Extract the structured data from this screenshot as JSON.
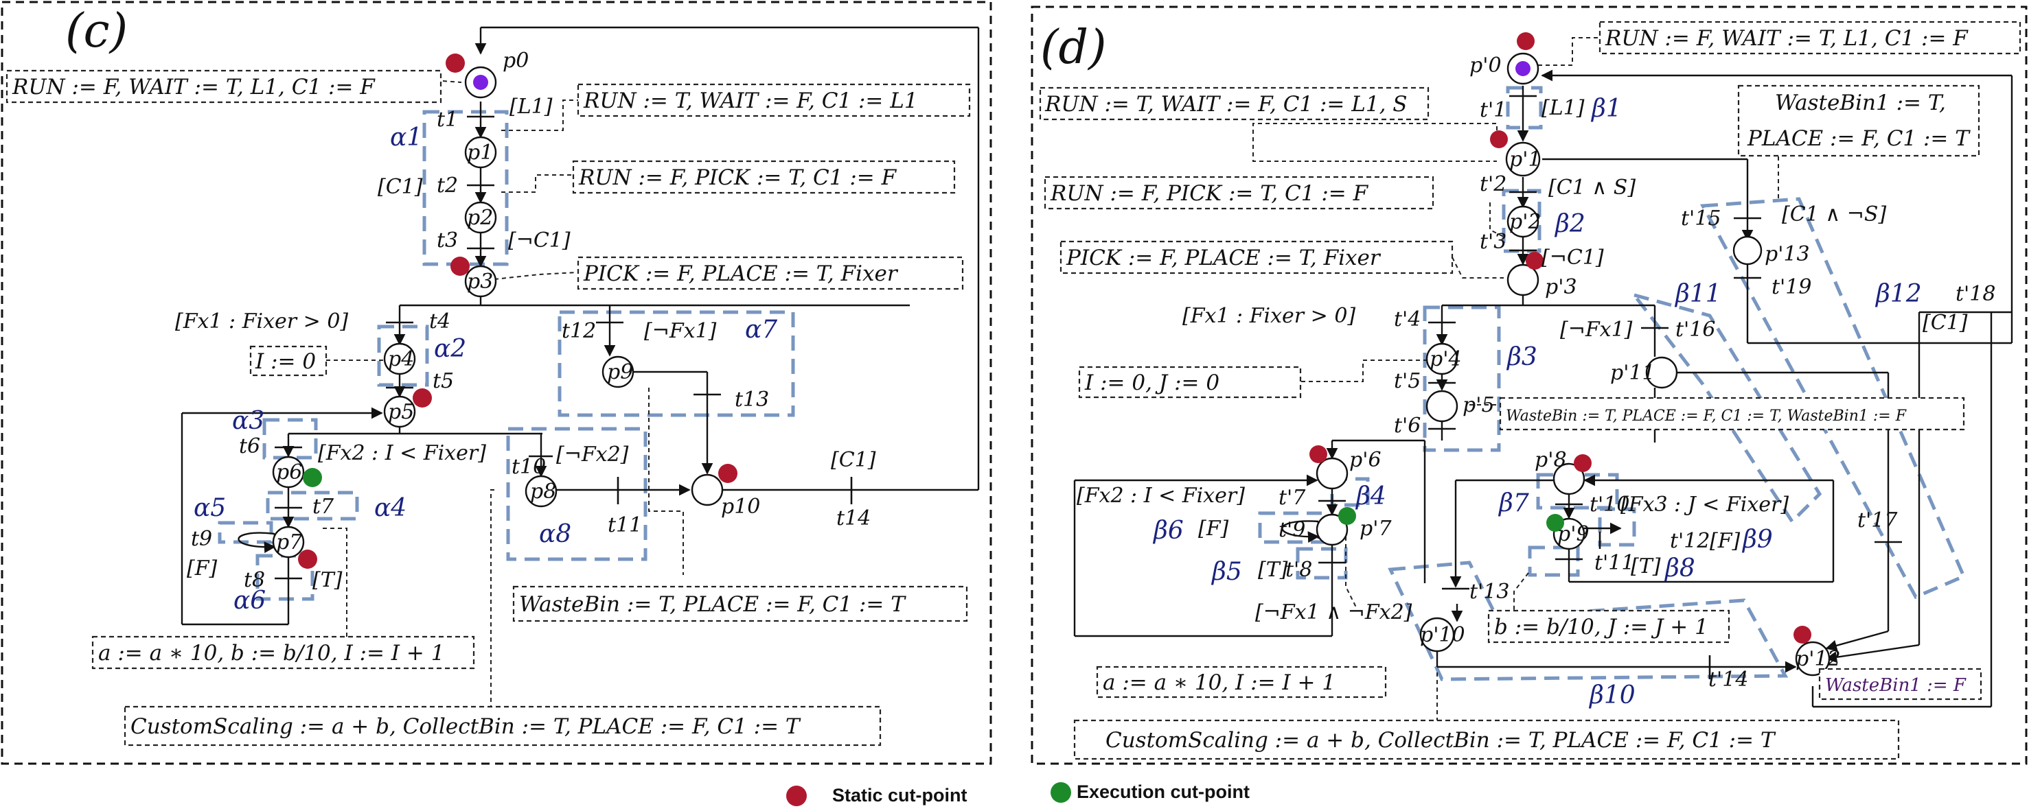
{
  "colors": {
    "static_cut_point": "#b0182e",
    "execution_cut_point": "#1d8a2a",
    "token": "#7b1fe0",
    "region_outline": "#7896c0",
    "greek_label": "#1a237e"
  },
  "legend": {
    "static": "Static cut-point",
    "execution": "Execution cut-point"
  },
  "panel_c": {
    "tag": "(c)",
    "places": [
      "p0",
      "p1",
      "p2",
      "p3",
      "p4",
      "p5",
      "p6",
      "p7",
      "p8",
      "p9",
      "p10"
    ],
    "transitions": [
      "t1",
      "t2",
      "t3",
      "t4",
      "t5",
      "t6",
      "t7",
      "t8",
      "t9",
      "t10",
      "t11",
      "t12",
      "t13",
      "t14"
    ],
    "regions": [
      "α1",
      "α2",
      "α3",
      "α4",
      "α5",
      "α6",
      "α7",
      "α8"
    ],
    "guards": {
      "g_L1": "[L1]",
      "g_C1": "[C1]",
      "g_notC1": "[¬C1]",
      "g_fx1": "[Fx1 : Fixer > 0]",
      "g_notfx1": "[¬Fx1]",
      "g_fx2": "[Fx2 : I < Fixer]",
      "g_notfx2": "[¬Fx2]",
      "g_F": "[F]",
      "g_T": "[T]",
      "g_C1b": "[C1]"
    },
    "actions": {
      "a0": "RUN := F, WAIT := T, L1, C1 := F",
      "a1": "RUN := T, WAIT := F, C1 := L1",
      "a2": "RUN := F, PICK := T, C1 := F",
      "a3": "PICK := F, PLACE := T, Fixer",
      "a4": "I := 0",
      "a5": "a := a ∗ 10, b := b/10, I := I + 1",
      "a6": "WasteBin := T, PLACE := F, C1 := T",
      "a7": "CustomScaling := a + b, CollectBin := T, PLACE := F, C1 := T"
    }
  },
  "panel_d": {
    "tag": "(d)",
    "places": [
      "p'0",
      "p'1",
      "p'2",
      "p'3",
      "p'4",
      "p'5",
      "p'6",
      "p'7",
      "p'8",
      "p'9",
      "p'10",
      "p'11",
      "p'12",
      "p'13"
    ],
    "transitions": [
      "t'1",
      "t'2",
      "t'3",
      "t'4",
      "t'5",
      "t'6",
      "t'7",
      "t'8",
      "t'9",
      "t'10",
      "t'11",
      "t'12",
      "t'13",
      "t'14",
      "t'15",
      "t'16",
      "t'17",
      "t'18",
      "t'19"
    ],
    "regions": [
      "β1",
      "β2",
      "β3",
      "β4",
      "β5",
      "β6",
      "β7",
      "β8",
      "β9",
      "β10",
      "β11",
      "β12"
    ],
    "guards": {
      "g_L1": "[L1]",
      "g_C1S": "[C1 ∧ S]",
      "g_notC1": "[¬C1]",
      "g_C1notS": "[C1 ∧ ¬S]",
      "g_fx1": "[Fx1 : Fixer > 0]",
      "g_notfx1": "[¬Fx1]",
      "g_C1": "[C1]",
      "g_fx2": "[Fx2 : I < Fixer]",
      "g_F": "[F]",
      "g_T": "[T]",
      "g_fx3": "[Fx3 : J < Fixer]",
      "g_F2": "[F]",
      "g_T2": "[T]",
      "g_notfx12": "[¬Fx1 ∧ ¬Fx2]"
    },
    "actions": {
      "a0": "RUN := F, WAIT := T, L1, C1 := F",
      "a1": "RUN := T, WAIT := F, C1 := L1, S",
      "a2": "RUN := F, PICK := T, C1 := F",
      "a3": "PICK := F, PLACE := T, Fixer",
      "a4": "I := 0, J := 0",
      "a5a": "WasteBin1 := T,",
      "a5b": "PLACE := F, C1 := T",
      "a6": "WasteBin := T, PLACE := F, C1 := T, WasteBin1 := F",
      "a7": "b := b/10, J := J + 1",
      "a8": "a := a ∗ 10, I := I + 1",
      "a9": "WasteBin1 := F",
      "a10": "CustomScaling := a + b, CollectBin := T, PLACE := F, C1 := T"
    }
  }
}
